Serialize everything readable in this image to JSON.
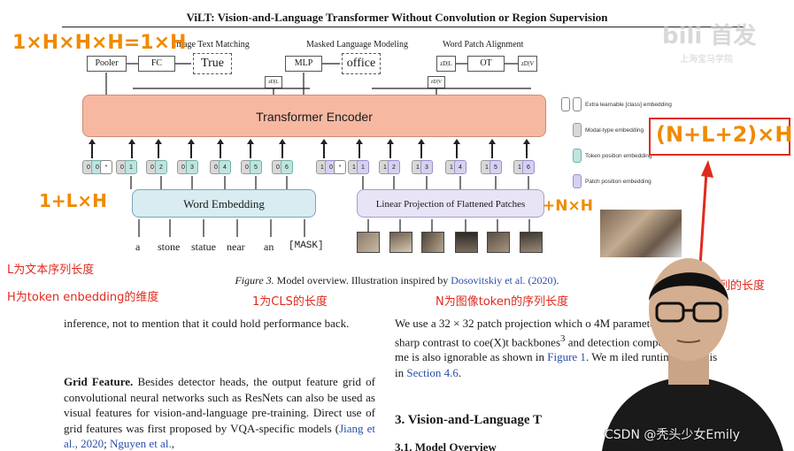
{
  "header": {
    "title": "ViLT: Vision-and-Language Transformer Without Convolution or Region Supervision"
  },
  "figure": {
    "top_labels": {
      "itm": "Image Text Matching",
      "mlm": "Masked Language Modeling",
      "wpa": "Word Patch Alignment"
    },
    "boxes": {
      "pooler": "Pooler",
      "fc": "FC",
      "true": "True",
      "mlp": "MLP",
      "office": "office",
      "ot": "OT",
      "zd_l": "zD|L",
      "zd_v": "zD|V"
    },
    "encoder": "Transformer Encoder",
    "word_embedding": "Word Embedding",
    "linear_projection": "Linear Projection of Flattened Patches",
    "tokens_text": [
      "0",
      "0",
      "*",
      "0",
      "1",
      "0",
      "2",
      "0",
      "3",
      "0",
      "4",
      "0",
      "5",
      "0",
      "6"
    ],
    "tokens_image": [
      "1",
      "0",
      "*",
      "1",
      "1",
      "1",
      "2",
      "1",
      "3",
      "1",
      "4",
      "1",
      "5",
      "1",
      "6"
    ],
    "words": [
      "a",
      "stone",
      "statue",
      "near",
      "an",
      "[MASK]"
    ],
    "legend": [
      "Extra learnable [class] embedding",
      "Modal-type embedding",
      "Token position embedding",
      "Patch position embedding"
    ],
    "caption_prefix": "Figure 3.",
    "caption_text": " Model overview. Illustration inspired by ",
    "caption_link": "Dosovitskiy et al. (2020)",
    "caption_end": "."
  },
  "annotations": {
    "formula_top": "1×H×H×H=1×H",
    "formula_left": "1+L×H",
    "formula_right_small": "+N×H",
    "formula_total": "(N+L+2)×H",
    "note_L": "L为文本序列长度",
    "note_H": "H为token enbedding的维度",
    "note_cls": "1为CLS的长度",
    "note_N": "N为图像token的序列长度",
    "note_input": "输入序列的长度",
    "colors": {
      "red": "#e02a1e",
      "orange": "#f08a00",
      "encoder": "#f6b8a1",
      "word_embed": "#d8ecf2",
      "patch_embed": "#e8e4f6"
    }
  },
  "paper_left": {
    "p1": "inference, not to mention that it could hold performance back.",
    "heading": "Grid Feature.",
    "p2a": " Besides detector heads, the output feature grid of convolutional neural networks such as ResNets can also be used as visual features for vision-and-language pre-training. Direct use of grid features was first proposed by VQA-specific models (",
    "link1": "Jiang et al., 2020",
    "sep": "; ",
    "link2": "Nguyen et al.",
    "tail": ","
  },
  "paper_right": {
    "p1a": "We use a 32 × 32 patch projection which o",
    "p1b": "4M parameters. This is in sharp contrast to co",
    "p1c": "e(X)t backbones",
    "fn": "3",
    "p1d": " and detection components. Its r",
    "p1e": "me is also ignorable as shown in ",
    "link_fig": "Figure 1",
    "p1f": ". We m",
    "p1g": "iled runtime analysis in ",
    "link_sec": "Section 4.6",
    "p1h": ".",
    "h3": "3. Vision-and-Language T",
    "h31": "3.1. Model Overview"
  },
  "watermark": {
    "main": "bili 首发",
    "sub": "上海宝马学院"
  },
  "csdn": "CSDN @秃头少女Emily"
}
